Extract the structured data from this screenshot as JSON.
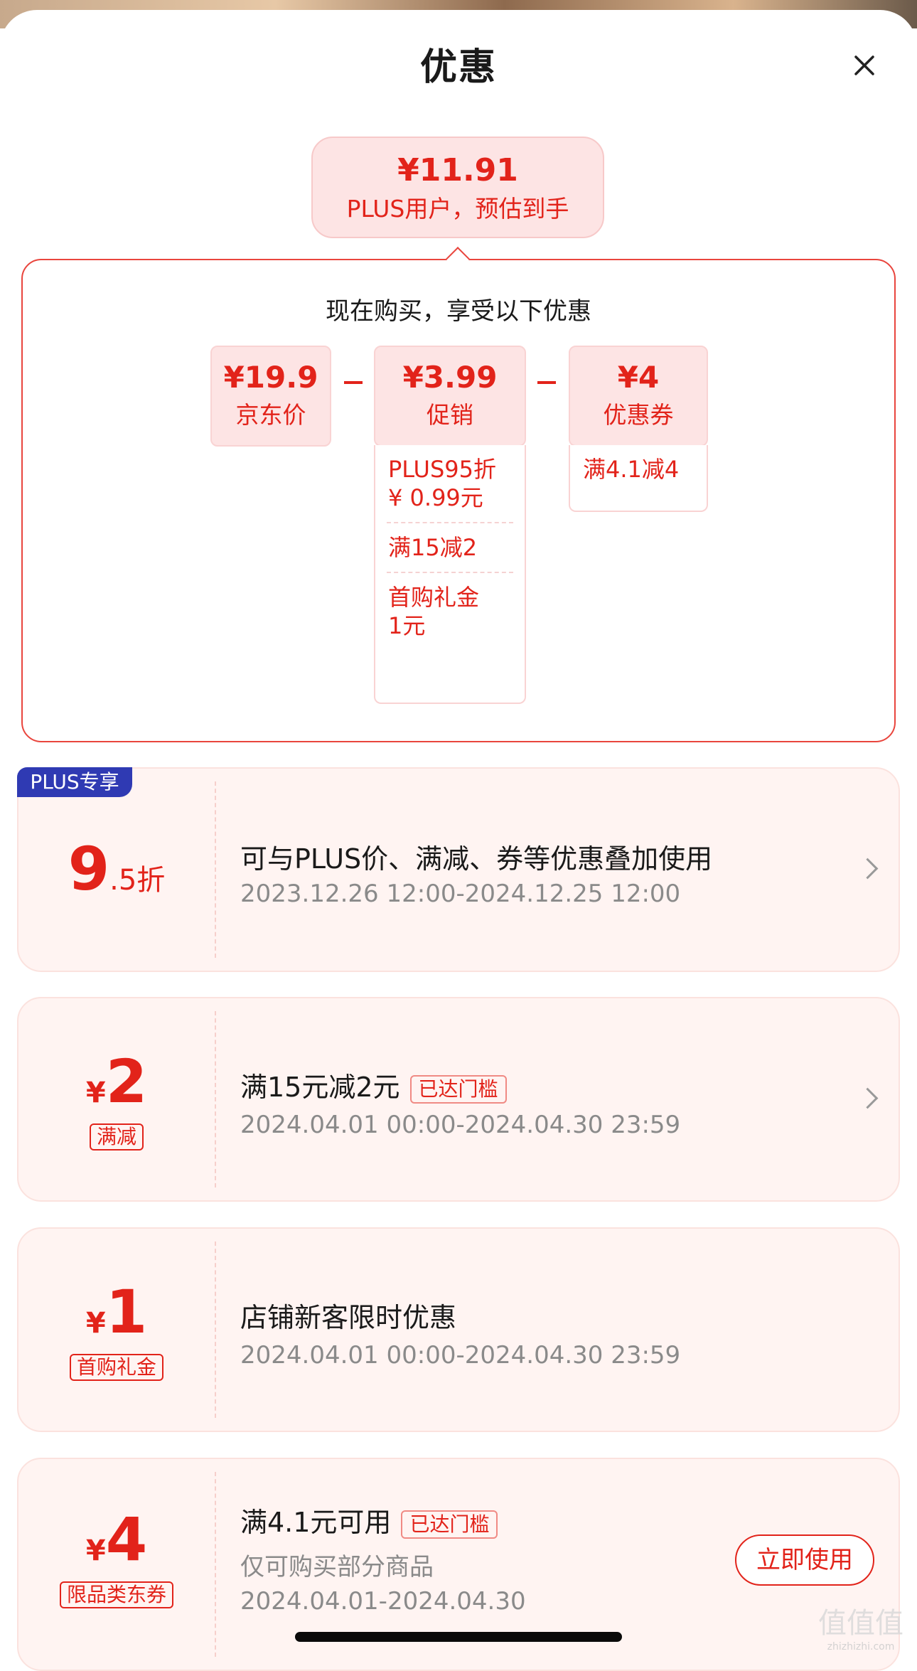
{
  "sheet": {
    "title": "优惠"
  },
  "summary": {
    "price": "¥11.91",
    "subtitle": "PLUS用户，预估到手",
    "panel_title": "现在购买，享受以下优惠",
    "minus": "–",
    "boxes": [
      {
        "value": "¥19.9",
        "label": "京东价"
      },
      {
        "value": "¥3.99",
        "label": "促销",
        "details": [
          "PLUS95折\n¥ 0.99元",
          "满15减2",
          "首购礼金\n1元"
        ]
      },
      {
        "value": "¥4",
        "label": "优惠券",
        "details": [
          "满4.1减4"
        ]
      }
    ]
  },
  "cards": [
    {
      "badge": "PLUS专享",
      "discount_main": "9",
      "discount_sub": ".5折",
      "title": "可与PLUS价、满减、券等优惠叠加使用",
      "date": "2023.12.26 12:00-2024.12.25 12:00"
    },
    {
      "currency": "¥",
      "amount": "2",
      "tag": "满减",
      "title": "满15元减2元",
      "status": "已达门槛",
      "date": "2024.04.01 00:00-2024.04.30 23:59"
    },
    {
      "currency": "¥",
      "amount": "1",
      "tag": "首购礼金",
      "title": "店铺新客限时优惠",
      "date": "2024.04.01 00:00-2024.04.30 23:59"
    },
    {
      "currency": "¥",
      "amount": "4",
      "tag": "限品类东券",
      "title": "满4.1元可用",
      "status": "已达门槛",
      "note": "仅可购买部分商品",
      "date": "2024.04.01-2024.04.30",
      "button": "立即使用"
    }
  ],
  "watermark": {
    "text": "值值值",
    "url": "zhizhizhi.com"
  },
  "colors": {
    "accent": "#e2231a",
    "plus_badge": "#2f3ab3",
    "card_bg": "#fff4f2"
  }
}
